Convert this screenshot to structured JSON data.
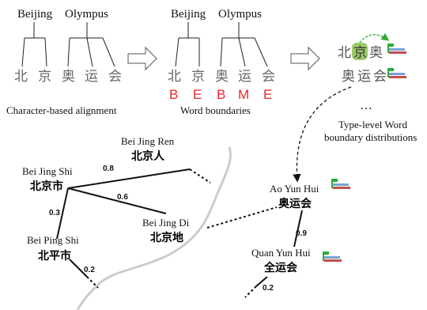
{
  "colors": {
    "tag_red": "#e8262a",
    "chinese_light": "#666666",
    "highlight_green": "#9bc96a",
    "river_gray": "#cccccc",
    "bar_green": "#2eaa3a",
    "bar_blue": "#7a9fd3",
    "bar_red": "#c0504d"
  },
  "panel1": {
    "word_beijing": "Beijing",
    "word_olympus": "Olympus",
    "chars": [
      "北",
      "京",
      "奥",
      "运",
      "会"
    ],
    "caption": "Character-based alignment"
  },
  "panel2": {
    "word_beijing": "Beijing",
    "word_olympus": "Olympus",
    "chars": [
      "北",
      "京",
      "奥",
      "运",
      "会"
    ],
    "tags": [
      "B",
      "E",
      "B",
      "M",
      "E"
    ],
    "caption": "Word boundaries"
  },
  "panel3": {
    "row1": [
      "北",
      "京",
      "奥"
    ],
    "row2": [
      "奥",
      "运",
      "会"
    ],
    "ellipsis": "…",
    "caption_line1": "Type-level Word",
    "caption_line2": "boundary distributions"
  },
  "graph": {
    "nodes": {
      "bei_jing_ren": {
        "pinyin": "Bei Jing Ren",
        "chinese": "北京人"
      },
      "bei_jing_shi": {
        "pinyin": "Bei Jing Shi",
        "chinese": "北京市"
      },
      "bei_jing_di": {
        "pinyin": "Bei Jing Di",
        "chinese": "北京地"
      },
      "bei_ping_shi": {
        "pinyin": "Bei Ping Shi",
        "chinese": "北平市"
      },
      "ao_yun_hui": {
        "pinyin": "Ao Yun Hui",
        "chinese": "奥运会"
      },
      "quan_yun_hui": {
        "pinyin": "Quan Yun Hui",
        "chinese": "全运会"
      }
    },
    "edge_weights": {
      "shi_ren": "0.8",
      "shi_di": "0.6",
      "shi_ping": "0.3",
      "ping_out": "0.2",
      "ao_quan": "0.9",
      "quan_out": "0.2"
    }
  }
}
